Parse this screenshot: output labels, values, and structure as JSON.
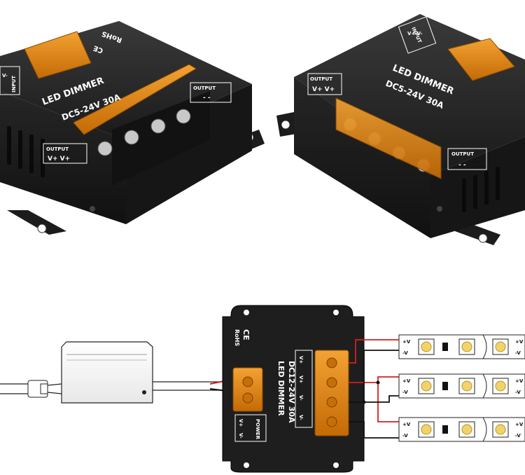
{
  "top_left": {
    "brand": "LED DIMMER",
    "spec": "DC5-24V  30A",
    "rohs": "RoHS",
    "ce": "CE",
    "output_label": "OUTPUT",
    "output_terms": "V+ V+",
    "side_label": "OUTPUT",
    "side_terms": "- -",
    "input_label": "INPUT",
    "input_terms": "V-"
  },
  "top_right": {
    "brand": "LED DIMMER",
    "spec": "DC5-24V   30A",
    "input_label": "INPUT",
    "input_terms": "V+ V-",
    "output_label": "OUTPUT",
    "output_terms": "V+ V+",
    "side_label": "OUTPUT",
    "side_terms": "- -"
  },
  "diagram": {
    "brand": "LED DIMMER",
    "spec": "DC12-24V 30A",
    "ce": "CE",
    "rohs": "RoHS",
    "power_label": "POWER",
    "power_terms": [
      "V+",
      "V-"
    ],
    "output_terms": [
      "V+",
      "V+",
      "V-",
      "V-"
    ],
    "strip_labels": {
      "plus": "+V",
      "minus": "-V"
    }
  },
  "colors": {
    "device_body": "#1f1f1f",
    "terminal_cover": "#e08a10",
    "wire_red": "#d42020",
    "led_yellow": "#f2d36b"
  }
}
